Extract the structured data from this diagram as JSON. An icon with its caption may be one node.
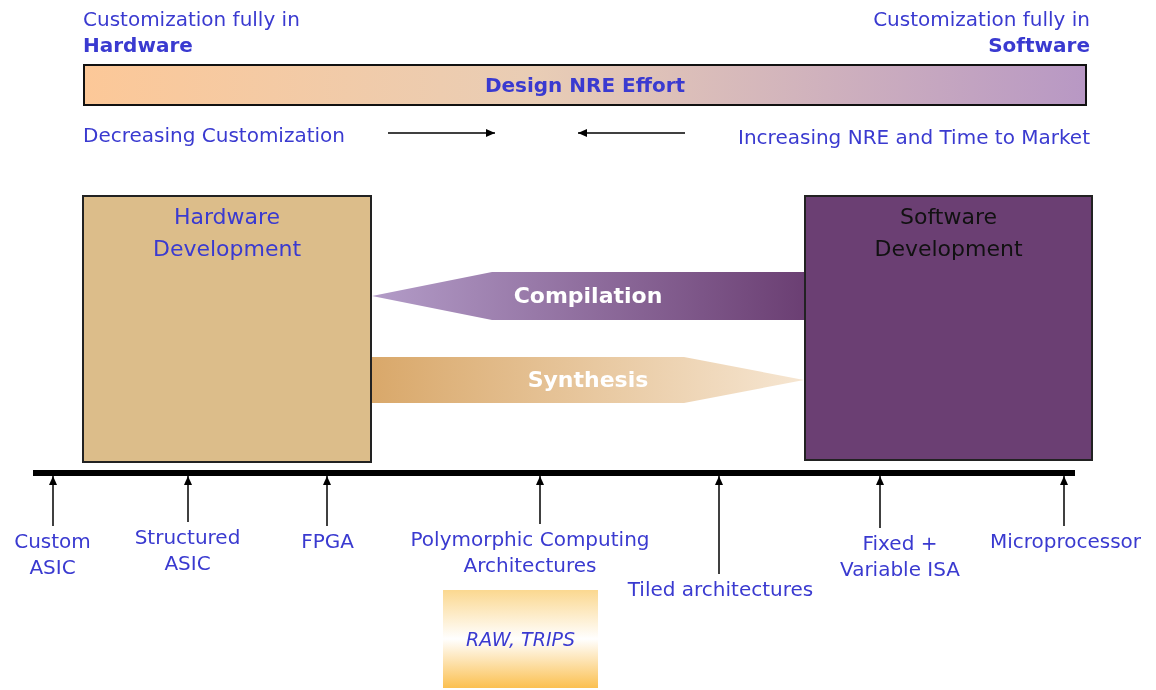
{
  "diagram": {
    "nodes": [
      {
        "text": [
          "Design NRE Effort"
        ]
      },
      {
        "text": [
          "Hardware Development"
        ]
      },
      {
        "text": [
          "Software Development"
        ]
      },
      {
        "text": [],
        "shape": "bar"
      },
      {
        "text": [
          "Custom ASIC"
        ]
      },
      {
        "text": [
          "Structured ASIC"
        ]
      },
      {
        "text": [
          "FPGA"
        ]
      },
      {
        "text": [
          "Polymorphic Computing Architectures"
        ]
      },
      {
        "text": [
          "Tiled architectures"
        ]
      },
      {
        "text": [
          "Fixed + Variable ISA"
        ]
      },
      {
        "text": [
          "Microprocessor"
        ]
      },
      {
        "text": [
          "RAW, TRIPS"
        ]
      }
    ],
    "edges": [
      {
        "from": 2,
        "to": 1,
        "arrow": "to",
        "label": "Compilation"
      },
      {
        "from": 1,
        "to": 2,
        "arrow": "to",
        "label": "Synthesis"
      },
      {
        "from": 4,
        "to": 3,
        "arrow": "to"
      },
      {
        "from": 5,
        "to": 3,
        "arrow": "to"
      },
      {
        "from": 6,
        "to": 3,
        "arrow": "to"
      },
      {
        "from": 7,
        "to": 3,
        "arrow": "to"
      },
      {
        "from": 8,
        "to": 3,
        "arrow": "to"
      },
      {
        "from": 9,
        "to": 3,
        "arrow": "to"
      },
      {
        "from": 10,
        "to": 3,
        "arrow": "to"
      }
    ],
    "labels": [
      "Customization fully in **Hardware**",
      "Customization fully in **Software**",
      "Decreasing Customization",
      "Increasing NRE and Time to Market"
    ]
  }
}
